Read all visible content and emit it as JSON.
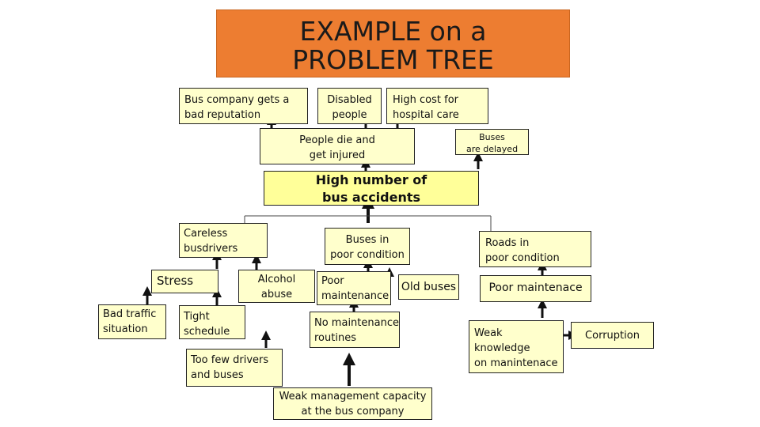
{
  "title": {
    "line1": "EXAMPLE on a",
    "line2": "PROBLEM TREE"
  },
  "effects": {
    "reputation": [
      "Bus company gets a",
      "bad reputation"
    ],
    "disabled": [
      "Disabled",
      "people"
    ],
    "hospital": [
      "High cost for",
      "hospital care"
    ],
    "die": [
      "People die and",
      "get  injured"
    ],
    "delayed": [
      "Buses",
      "are delayed"
    ]
  },
  "core_problem": [
    "High number of",
    "bus accidents"
  ],
  "causes": {
    "careless": [
      "Careless",
      "busdrivers"
    ],
    "stress": [
      "Stress"
    ],
    "alcohol": [
      "Alcohol",
      "abuse"
    ],
    "bad_traffic": [
      "Bad traffic",
      "situation"
    ],
    "tight": [
      "Tight",
      "schedule"
    ],
    "too_few": [
      "Too few drivers",
      "and buses"
    ],
    "poor_condition": [
      "Buses in",
      "poor condition"
    ],
    "poor_maint": [
      "Poor",
      "maintenance"
    ],
    "old_buses": [
      "Old buses"
    ],
    "no_routines": [
      "No maintenance",
      "routines"
    ],
    "weak_mgmt": [
      "Weak management capacity",
      "at  the bus company"
    ],
    "roads": [
      "Roads in",
      "poor condition"
    ],
    "poor_maintenace": [
      "Poor maintenace"
    ],
    "weak_knowledge": [
      "Weak",
      "knowledge",
      "on manintenace"
    ],
    "corruption": [
      "Corruption"
    ]
  }
}
